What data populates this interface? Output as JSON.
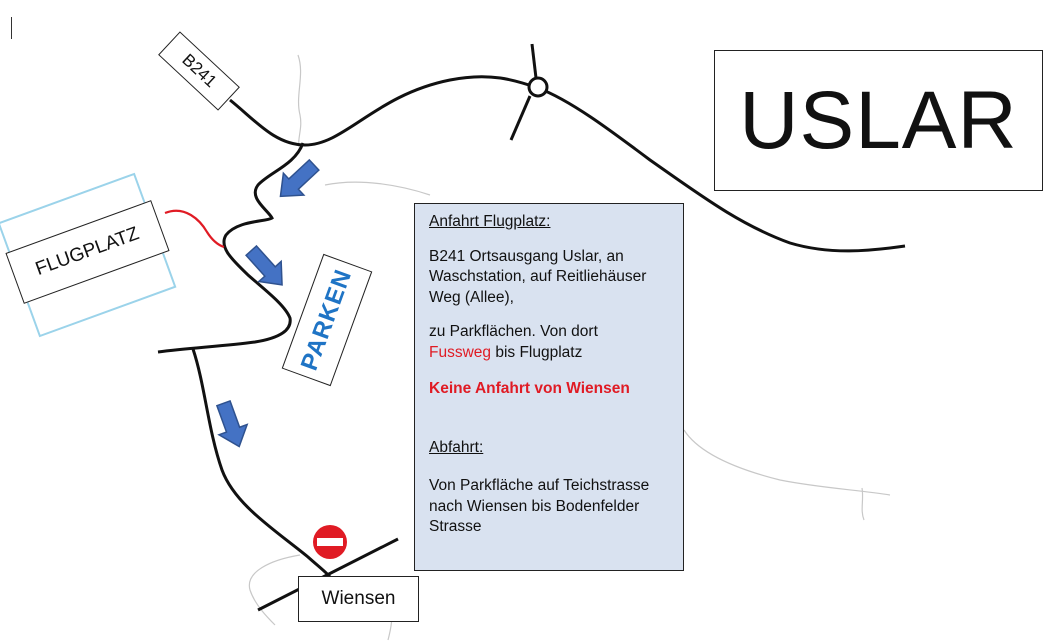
{
  "title": "USLAR",
  "labels": {
    "road": "B241",
    "airfield": "FLUGPLATZ",
    "parking": "PARKEN",
    "village": "Wiensen"
  },
  "info": {
    "arrival_heading": "Anfahrt Flugplatz:",
    "arrival_text": "B241 Ortsausgang Uslar, an Waschstation, auf Reitliehäuser Weg (Allee),",
    "parking_text_1": "zu Parkflächen. Von dort",
    "footpath_word": "Fussweg",
    "parking_text_2": "bis Flugplatz",
    "warning": "Keine Anfahrt von Wiensen",
    "departure_heading": "Abfahrt:",
    "departure_text": "Von Parkfläche auf Teichstrasse nach Wiensen bis Bodenfelder Strasse"
  },
  "colors": {
    "arrow": "#4472c4",
    "footpath": "#e01b24",
    "info_background": "#d9e2f0",
    "parking_text": "#1f74c5",
    "no_entry_sign": "#e01b24"
  },
  "icons": [
    "direction-arrow-icon",
    "no-entry-sign-icon",
    "roundabout-icon"
  ]
}
